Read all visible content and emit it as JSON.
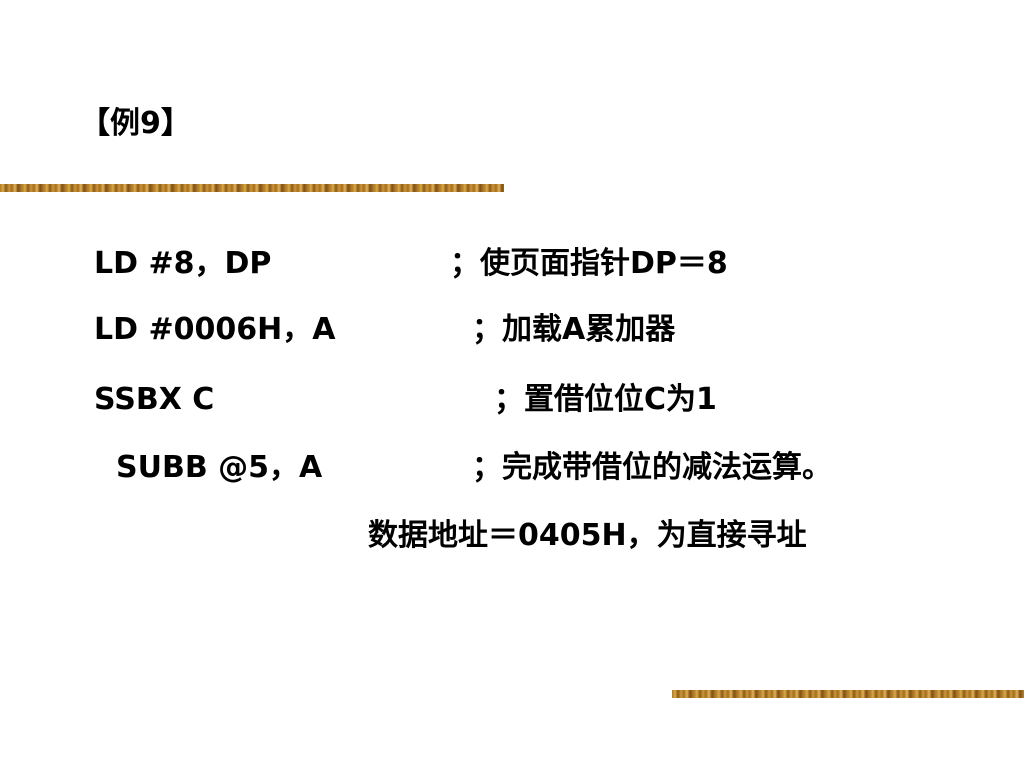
{
  "slide": {
    "title": "【例9】",
    "lines": [
      {
        "code": "LD  #8，DP",
        "comment": "；使页面指针DP＝8"
      },
      {
        "code": "LD  #0006H，A",
        "comment": "；加载A累加器"
      },
      {
        "code": "SSBX  C",
        "comment": "；置借位位C为1"
      },
      {
        "code": "SUBB  @5，A",
        "comment": "；完成带借位的减法运算。"
      }
    ],
    "note": "数据地址＝0405H，为直接寻址"
  },
  "colors": {
    "text": "#000000",
    "background": "#ffffff",
    "accent_bar": "#b07a22"
  }
}
